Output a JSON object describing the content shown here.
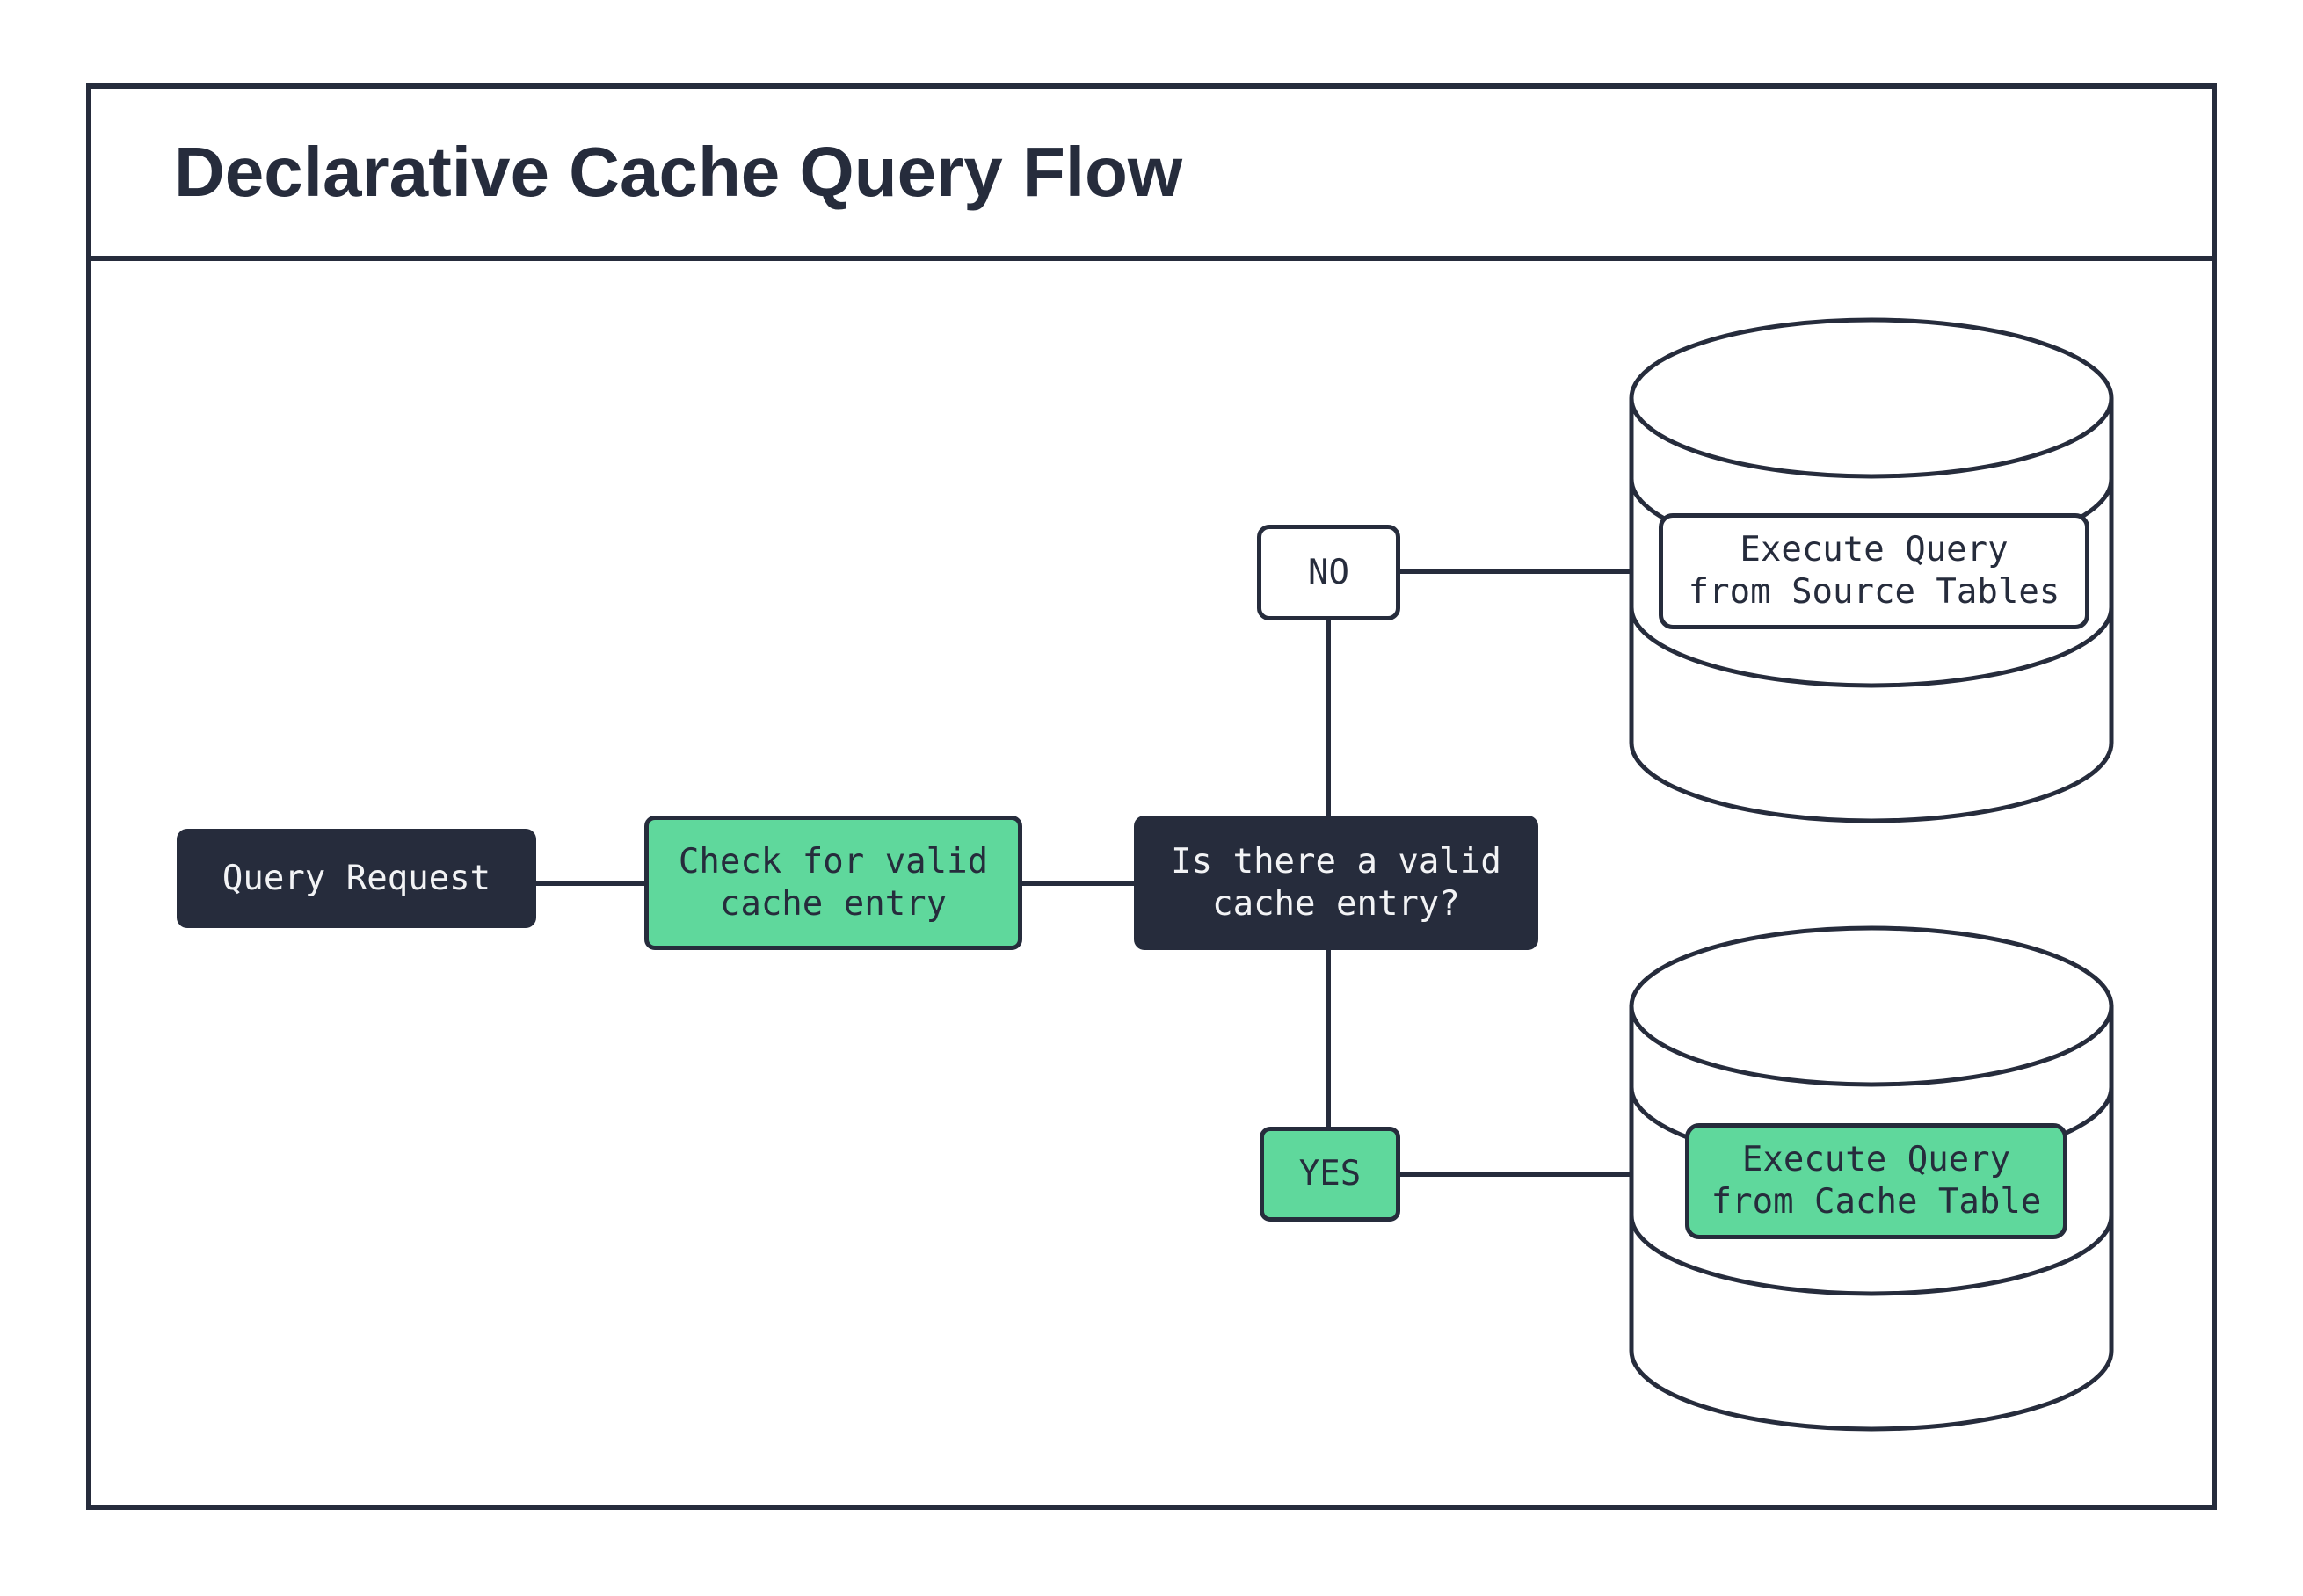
{
  "title": "Declarative Cache Query Flow",
  "colors": {
    "dark_navy": "#262C3C",
    "green": "#5FD89C",
    "white": "#FFFFFF",
    "light_text": "#F2F3F5"
  },
  "nodes": {
    "query_request": {
      "label": "Query Request"
    },
    "check_cache": {
      "line1": "Check for valid",
      "line2": "cache entry"
    },
    "decision": {
      "line1": "Is there a valid",
      "line2": "cache entry?"
    },
    "no_branch": {
      "label": "NO"
    },
    "yes_branch": {
      "label": "YES"
    },
    "source_db": {
      "line1": "Execute Query",
      "line2": "from Source Tables"
    },
    "cache_db": {
      "line1": "Execute Query",
      "line2": "from Cache Table"
    }
  }
}
